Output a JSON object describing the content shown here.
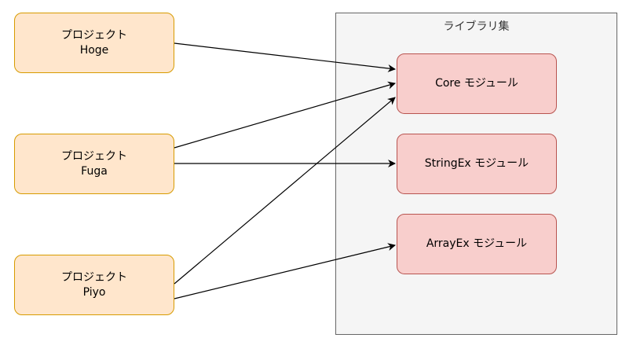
{
  "group": {
    "title": "ライブラリ集"
  },
  "projects": [
    {
      "line1": "プロジェクト",
      "line2": "Hoge"
    },
    {
      "line1": "プロジェクト",
      "line2": "Fuga"
    },
    {
      "line1": "プロジェクト",
      "line2": "Piyo"
    }
  ],
  "modules": [
    {
      "label": "Core モジュール"
    },
    {
      "label": "StringEx モジュール"
    },
    {
      "label": "ArrayEx モジュール"
    }
  ],
  "edges": [
    {
      "from": "Hoge",
      "to": "Core"
    },
    {
      "from": "Fuga",
      "to": "Core"
    },
    {
      "from": "Fuga",
      "to": "StringEx"
    },
    {
      "from": "Piyo",
      "to": "Core"
    },
    {
      "from": "Piyo",
      "to": "ArrayEx"
    }
  ],
  "colors": {
    "project_fill": "#ffe6cc",
    "project_stroke": "#d79b00",
    "module_fill": "#f8cecc",
    "module_stroke": "#b85450",
    "group_fill": "#f5f5f5",
    "group_stroke": "#666666",
    "edge": "#000000"
  }
}
